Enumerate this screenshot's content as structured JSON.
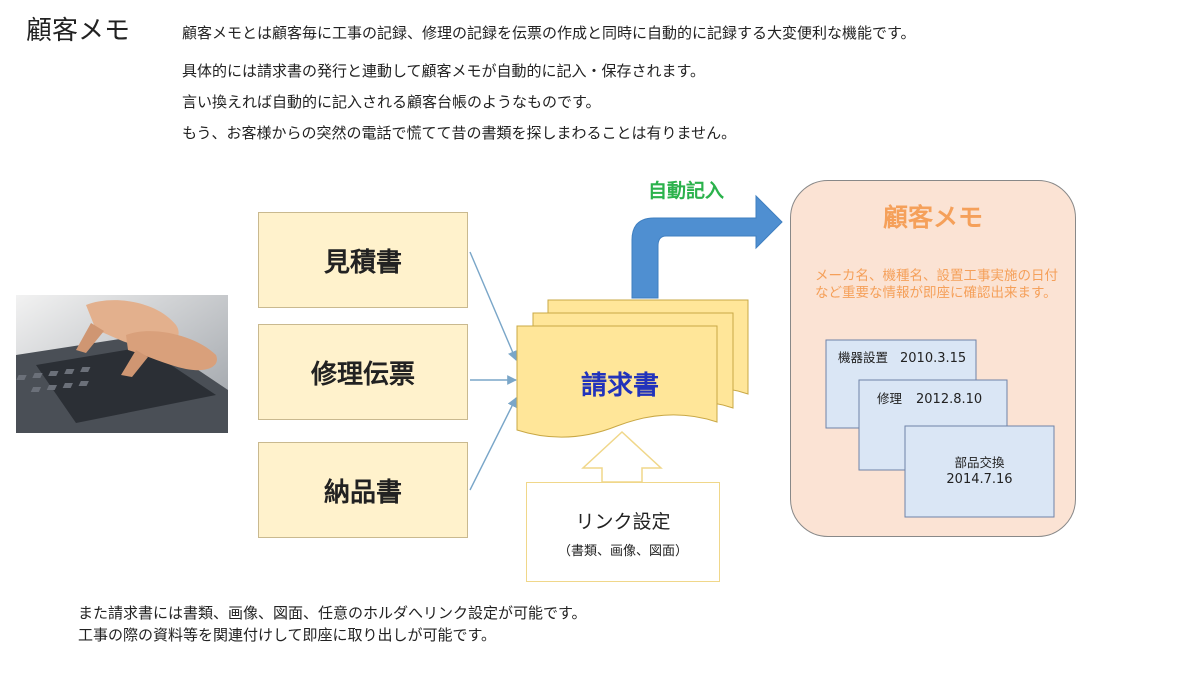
{
  "page": {
    "title": "顧客メモ",
    "intro_lines": [
      "顧客メモとは顧客毎に工事の記録、修理の記録を伝票の作成と同時に自動的に記録する大変便利な機能です。",
      "具体的には請求書の発行と連動して顧客メモが自動的に記入・保存されます。",
      "言い換えれば自動的に記入される顧客台帳のようなものです。",
      "もう、お客様からの突然の電話で慌てて昔の書類を探しまわることは有りません。"
    ],
    "footer_lines": [
      "また請求書には書類、画像、図面、任意のホルダへリンク設定が可能です。",
      "工事の際の資料等を関連付けして即座に取り出しが可能です。"
    ]
  },
  "diagram": {
    "sources": [
      "見積書",
      "修理伝票",
      "納品書"
    ],
    "invoice": "請求書",
    "auto_entry": "自動記入",
    "memo_title": "顧客メモ",
    "memo_description": "メーカ名、機種名、設置工事実施の日付など重要な情報が即座に確認出来ます。",
    "cards": [
      {
        "label": "機器設置",
        "date": "2010.3.15"
      },
      {
        "label": "修理",
        "date": "2012.8.10"
      },
      {
        "label": "部品交換",
        "date": "2014.7.16"
      }
    ],
    "link": {
      "label": "リンク設定",
      "sub": "（書類、画像、図面）"
    },
    "colors": {
      "source_fill": "#fff2cc",
      "invoice_fill": "#ffe699",
      "invoice_text": "#2233bb",
      "auto_arrow": "#4f8fd1",
      "auto_text": "#2bb24c",
      "memo_panel": "#fbe3d4",
      "memo_text": "#f5a05a",
      "card_fill": "#dae6f5"
    }
  }
}
